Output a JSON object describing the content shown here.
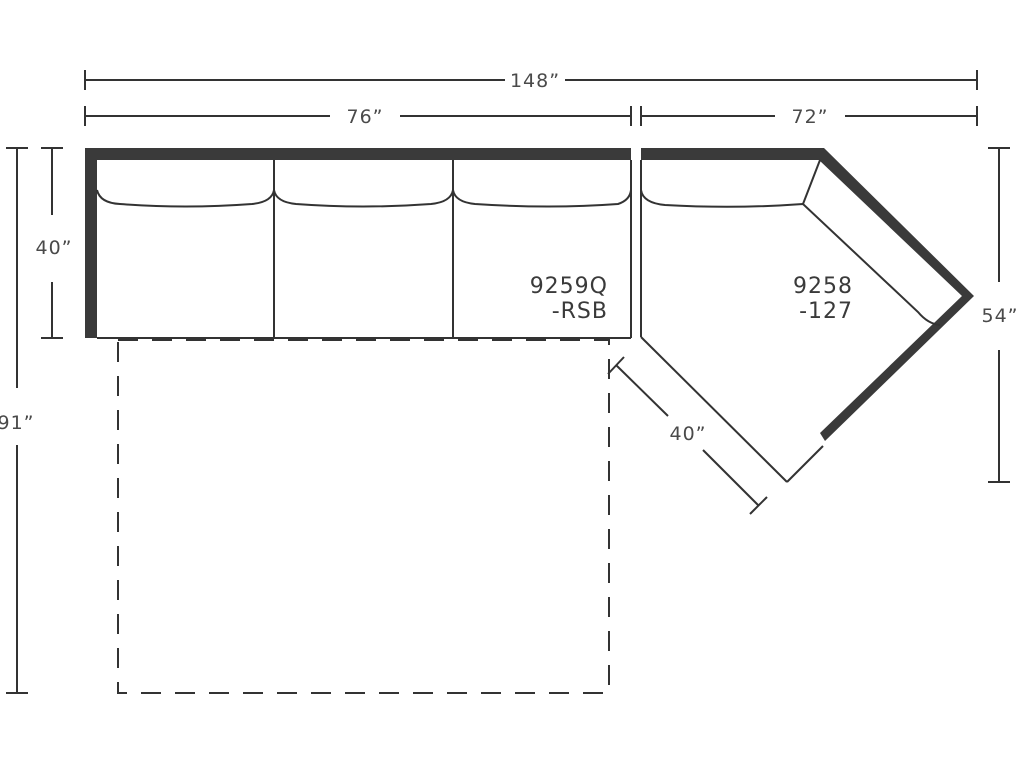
{
  "dimensions": {
    "total_width": "148”",
    "left_section_width": "76”",
    "right_section_width": "72”",
    "seat_depth": "40”",
    "total_depth_with_bed": "91”",
    "corner_depth": "54”",
    "corner_arm_width": "40”"
  },
  "pieces": {
    "left": {
      "line1": "9259Q",
      "line2": "-RSB"
    },
    "right": {
      "line1": "9258",
      "line2": "-127"
    }
  },
  "colors": {
    "line": "#333333",
    "back": "#3a3a3a"
  }
}
